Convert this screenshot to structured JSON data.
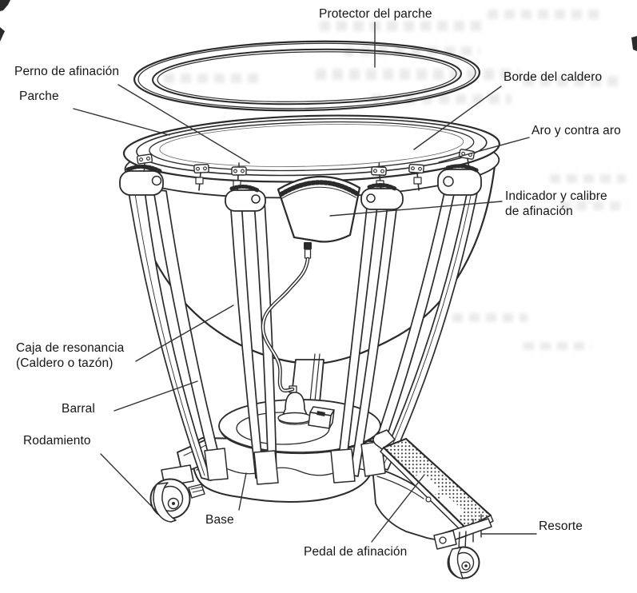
{
  "diagram": {
    "subject": "timpani-parts-diagram",
    "colors": {
      "line": "#2b2b2b",
      "label_text": "#161616",
      "background": "#ffffff"
    },
    "labels": [
      {
        "id": "protector-del-parche",
        "text": "Protector del parche"
      },
      {
        "id": "perno-de-afinacion",
        "text": "Perno de afinación"
      },
      {
        "id": "parche",
        "text": "Parche"
      },
      {
        "id": "borde-del-caldero",
        "text": "Borde del caldero"
      },
      {
        "id": "aro-y-contra-aro",
        "text": "Aro y contra aro"
      },
      {
        "id": "indicador-y-calibre",
        "text": "Indicador y calibre\nde afinación"
      },
      {
        "id": "caja-de-resonancia",
        "text": "Caja de resonancia\n(Caldero o tazón)"
      },
      {
        "id": "barral",
        "text": "Barral"
      },
      {
        "id": "rodamiento",
        "text": "Rodamiento"
      },
      {
        "id": "base",
        "text": "Base"
      },
      {
        "id": "pedal-de-afinacion",
        "text": "Pedal de afinación"
      },
      {
        "id": "resorte",
        "text": "Resorte"
      }
    ]
  }
}
